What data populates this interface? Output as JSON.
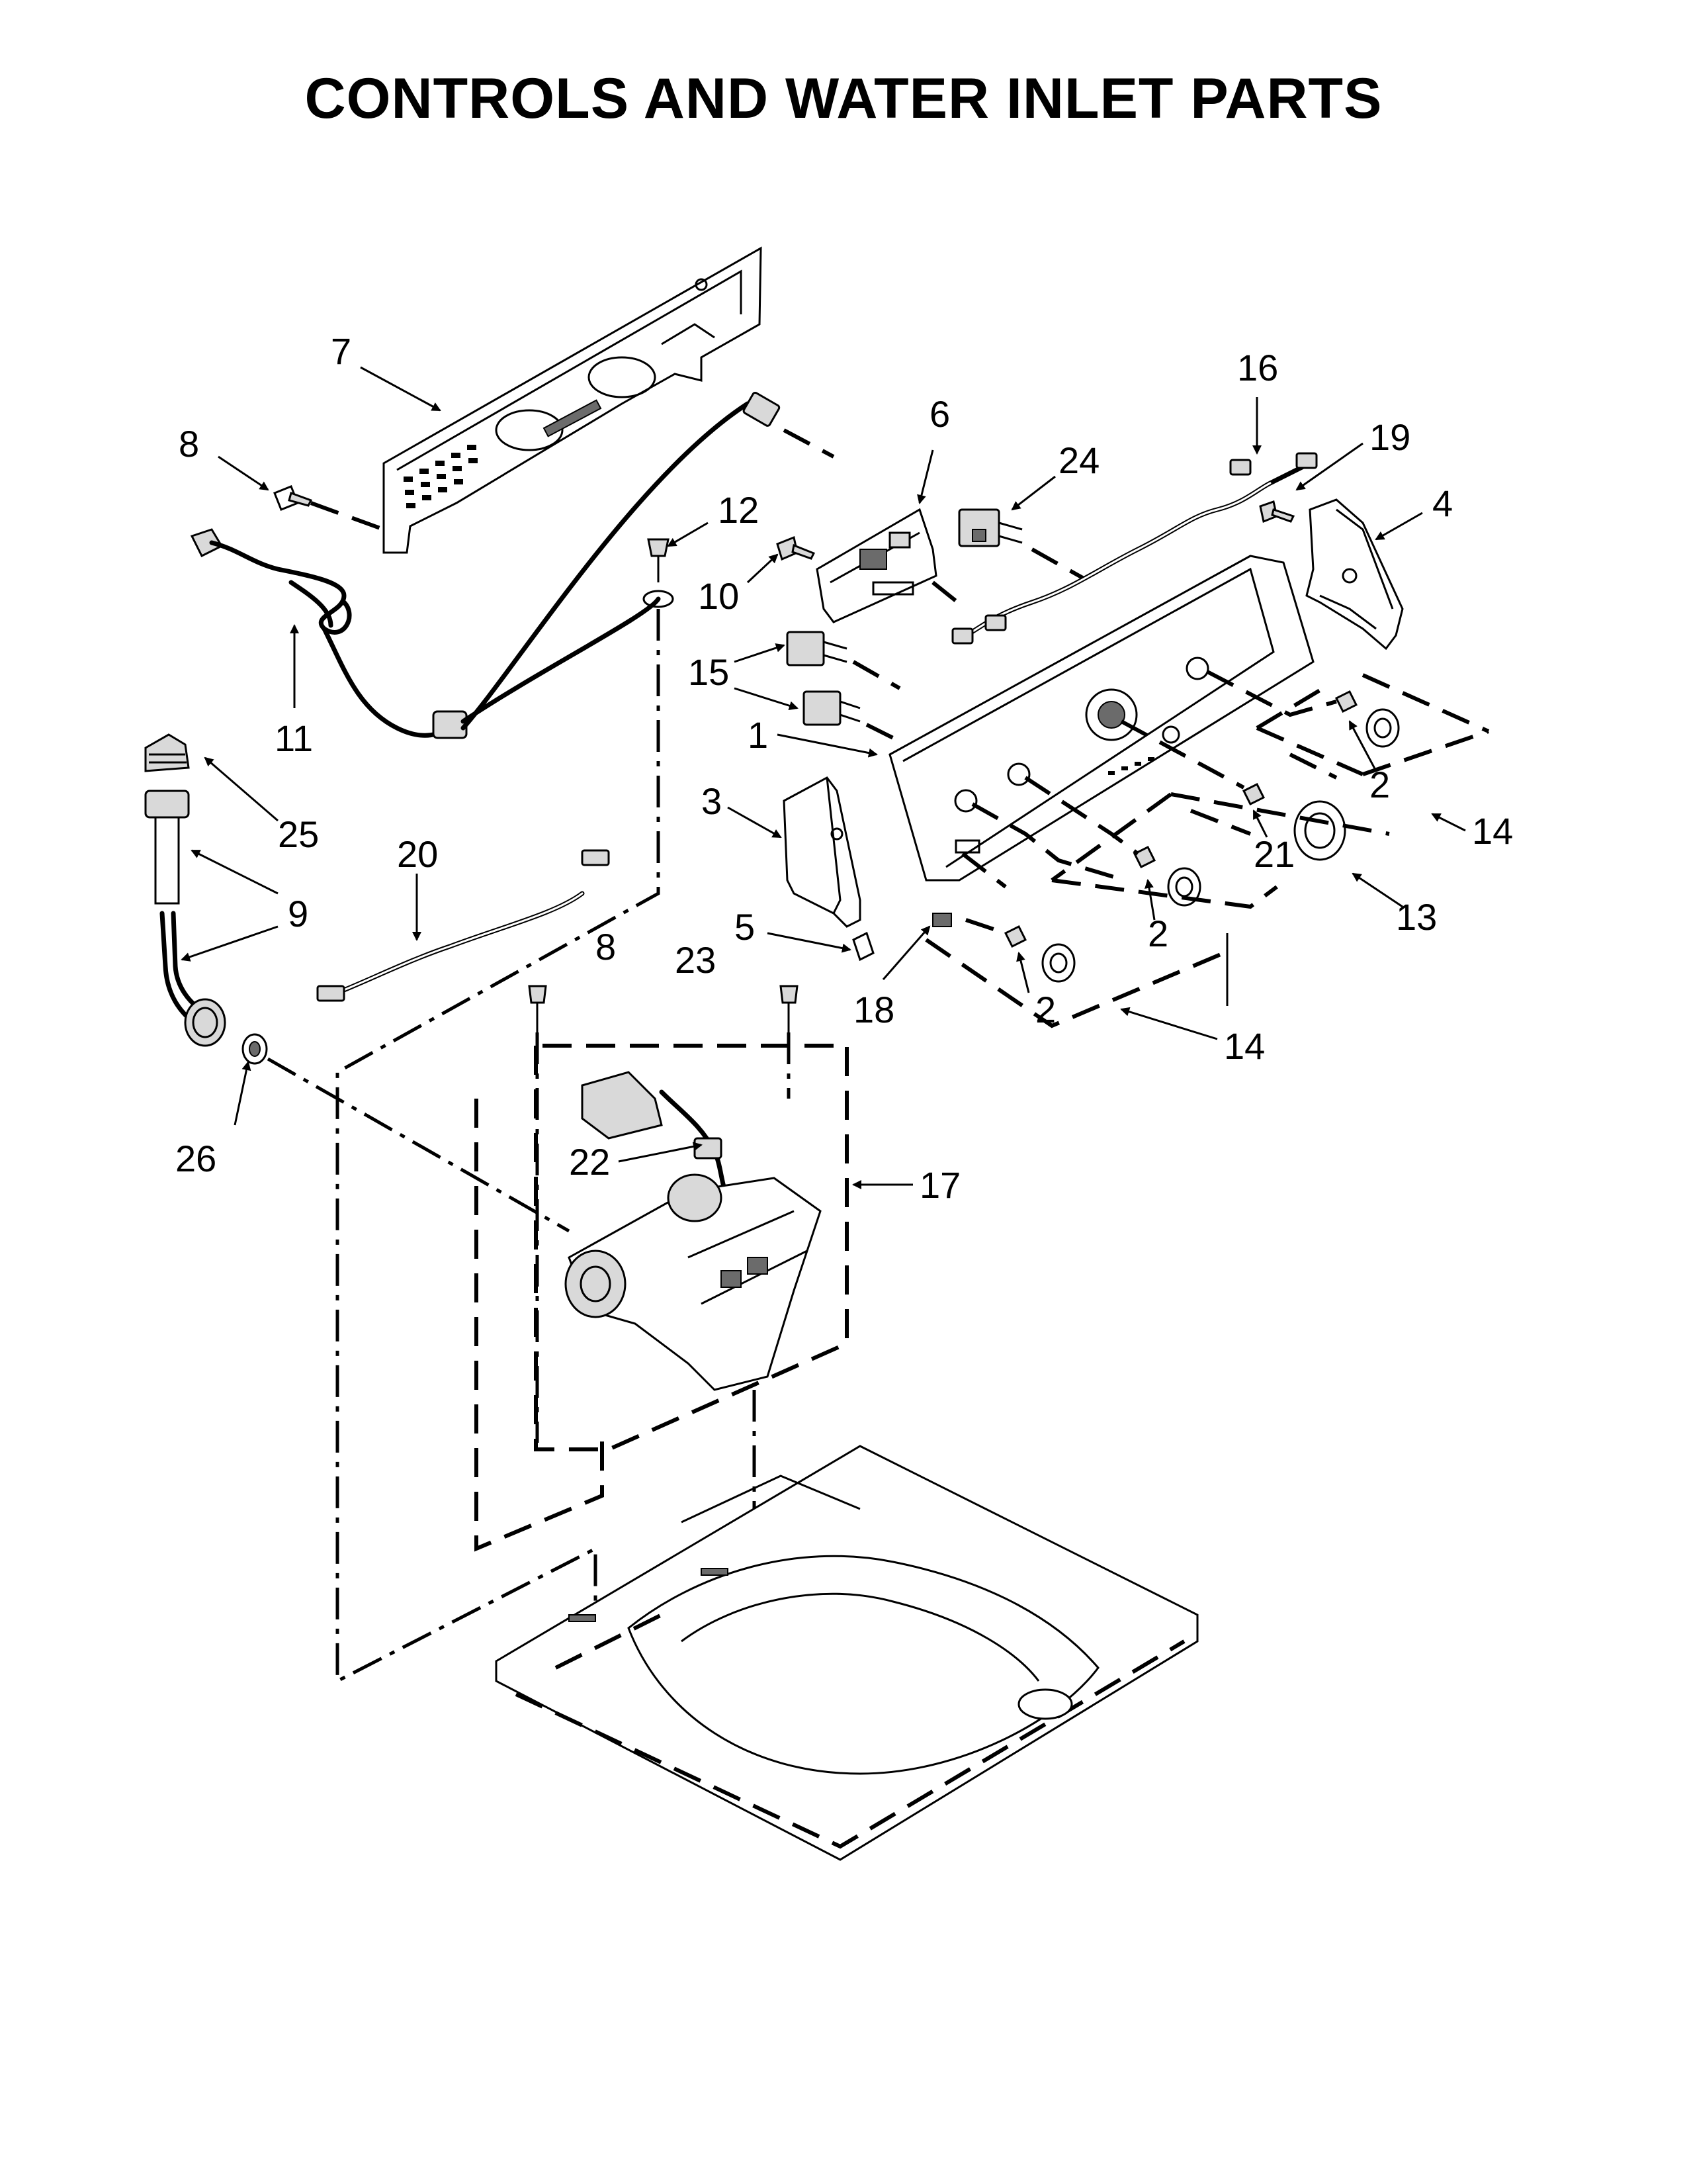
{
  "title": "CONTROLS AND WATER INLET PARTS",
  "callouts": [
    {
      "id": "c7",
      "label": "7"
    },
    {
      "id": "c8a",
      "label": "8"
    },
    {
      "id": "c11",
      "label": "11"
    },
    {
      "id": "c12",
      "label": "12"
    },
    {
      "id": "c6",
      "label": "6"
    },
    {
      "id": "c10",
      "label": "10"
    },
    {
      "id": "c24",
      "label": "24"
    },
    {
      "id": "c16",
      "label": "16"
    },
    {
      "id": "c19",
      "label": "19"
    },
    {
      "id": "c4",
      "label": "4"
    },
    {
      "id": "c15",
      "label": "15"
    },
    {
      "id": "c1",
      "label": "1"
    },
    {
      "id": "c25",
      "label": "25"
    },
    {
      "id": "c9",
      "label": "9"
    },
    {
      "id": "c20",
      "label": "20"
    },
    {
      "id": "c3",
      "label": "3"
    },
    {
      "id": "c5",
      "label": "5"
    },
    {
      "id": "c18",
      "label": "18"
    },
    {
      "id": "c8b",
      "label": "8"
    },
    {
      "id": "c23",
      "label": "23"
    },
    {
      "id": "c26",
      "label": "26"
    },
    {
      "id": "c22",
      "label": "22"
    },
    {
      "id": "c17",
      "label": "17"
    },
    {
      "id": "c2a",
      "label": "2"
    },
    {
      "id": "c2b",
      "label": "2"
    },
    {
      "id": "c2c",
      "label": "2"
    },
    {
      "id": "c21",
      "label": "21"
    },
    {
      "id": "c13",
      "label": "13"
    },
    {
      "id": "c14a",
      "label": "14"
    },
    {
      "id": "c14b",
      "label": "14"
    }
  ]
}
